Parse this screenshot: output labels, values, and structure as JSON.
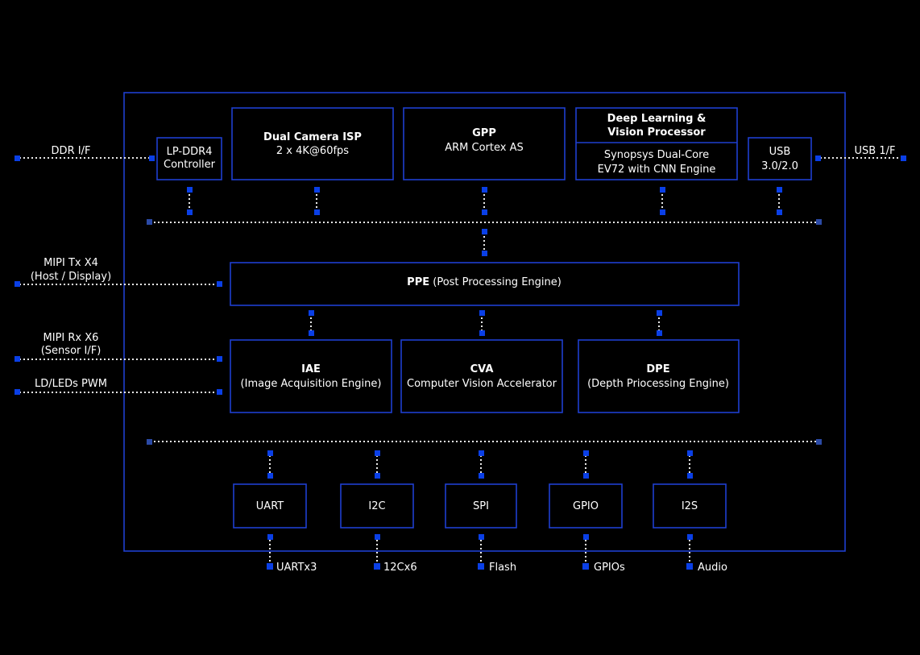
{
  "blocks": {
    "lpddr4": {
      "line1": "LP-DDR4",
      "line2": "Controller"
    },
    "isp": {
      "title": "Dual Camera ISP",
      "sub": "2 x 4K@60fps"
    },
    "gpp": {
      "title": "GPP",
      "sub": "ARM Cortex AS"
    },
    "dlvp": {
      "title1": "Deep Learning &",
      "title2": "Vision Processor",
      "sub1": "Synopsys Dual-Core",
      "sub2": "EV72 with CNN Engine"
    },
    "usb": {
      "line1": "USB",
      "line2": "3.0/2.0"
    },
    "ppe": {
      "title": "PPE",
      "sub": " (Post Processing Engine)"
    },
    "iae": {
      "title": "IAE",
      "sub": "(Image Acquisition Engine)"
    },
    "cva": {
      "title": "CVA",
      "sub": "Computer Vision Accelerator"
    },
    "dpe": {
      "title": "DPE",
      "sub": "(Depth Priocessing Engine)"
    },
    "uart": "UART",
    "i2c": "I2C",
    "spi": "SPI",
    "gpio": "GPIO",
    "i2s": "I2S"
  },
  "external": {
    "ddr": "DDR I/F",
    "usb": "USB 1/F",
    "mipi_tx_1": "MIPI Tx X4",
    "mipi_tx_2": "(Host / Display)",
    "mipi_rx_1": "MIPI Rx X6",
    "mipi_rx_2": "(Sensor I/F)",
    "ld_pwm": "LD/LEDs PWM",
    "uartx3": "UARTx3",
    "i2cx6": "12Cx6",
    "flash": "Flash",
    "gpios": "GPIOs",
    "audio": "Audio"
  },
  "colors": {
    "background": "#000000",
    "border": "#1f3fd0",
    "node": "#0a3fe6",
    "text": "#ffffff",
    "dotted": "#e8e8e8"
  }
}
